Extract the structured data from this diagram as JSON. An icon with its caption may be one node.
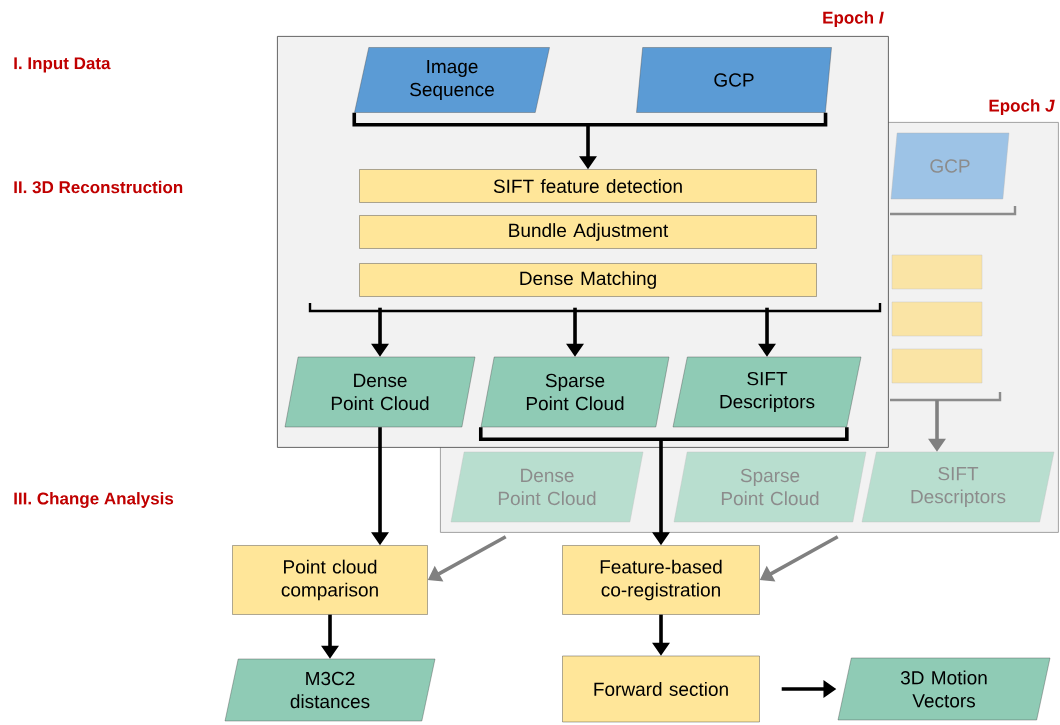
{
  "diagram": {
    "nodes": [
      {
        "text": [],
        "shape": "box",
        "beside": [
          "Epoch *I*"
        ]
      },
      {
        "text": [
          "Image Sequence"
        ],
        "in": 0
      },
      {
        "text": [
          "GCP"
        ],
        "in": 0
      },
      {
        "text": [
          "SIFT feature detection"
        ],
        "in": 0
      },
      {
        "text": [
          "Bundle Adjustment"
        ],
        "in": 0
      },
      {
        "text": [
          "Dense Matching"
        ],
        "in": 0
      },
      {
        "text": [
          "Dense Point Cloud"
        ],
        "in": 0
      },
      {
        "text": [
          "Sparse Point Cloud"
        ]
      },
      {
        "text": [
          "SIFT Descriptors"
        ]
      },
      {
        "text": [],
        "shape": "box",
        "beside": [
          "Epoch *J*"
        ]
      },
      {
        "text": [
          "GCP"
        ],
        "in": 9
      },
      {
        "text": [],
        "shape": "box",
        "in": 9
      },
      {
        "text": [],
        "shape": "box",
        "in": 9
      },
      {
        "text": [],
        "shape": "box",
        "in": 9
      },
      {
        "text": [
          "Dense Point Cloud"
        ],
        "in": 9
      },
      {
        "text": [
          "Sparse Point Cloud"
        ],
        "in": 9
      },
      {
        "text": [
          "SIFT Descriptors"
        ],
        "in": 9
      },
      {
        "text": [
          "Point cloud comparison"
        ]
      },
      {
        "text": [
          "Feature-based co-registration"
        ]
      },
      {
        "text": [
          "M3C2 distances"
        ]
      },
      {
        "text": [
          "Forward section"
        ]
      },
      {
        "text": [
          "3D Motion Vectors"
        ]
      }
    ],
    "edges": [
      {
        "from": 1,
        "to": 3,
        "arrow": "to"
      },
      {
        "from": 2,
        "to": 3,
        "arrow": "to"
      },
      {
        "from": 5,
        "to": 6,
        "arrow": "to"
      },
      {
        "from": 5,
        "to": 7,
        "arrow": "to"
      },
      {
        "from": 5,
        "to": 8,
        "arrow": "to"
      },
      {
        "from": 6,
        "to": 17,
        "arrow": "to"
      },
      {
        "from": 7,
        "to": 18,
        "arrow": "to"
      },
      {
        "from": 8,
        "to": 18,
        "arrow": "to"
      },
      {
        "from": 9,
        "to": 17,
        "arrow": "to",
        "color": "#808080"
      },
      {
        "from": 9,
        "to": 18,
        "arrow": "to",
        "color": "#808080"
      },
      {
        "from": 13,
        "to": 16,
        "arrow": "to",
        "color": "#808080"
      },
      {
        "from": 17,
        "to": 19,
        "arrow": "to"
      },
      {
        "from": 18,
        "to": 20,
        "arrow": "to"
      },
      {
        "from": 20,
        "to": 21,
        "arrow": "to"
      }
    ],
    "labels": [
      "I. Input Data",
      "II. 3D Reconstruction",
      "III. Change Analysis"
    ]
  }
}
